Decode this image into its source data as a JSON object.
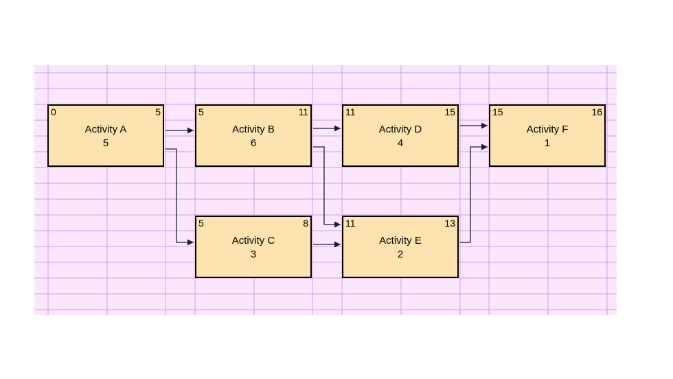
{
  "colors": {
    "grid_background": "#fce6fc",
    "grid_line": "#c4a3e6",
    "box_fill": "#fde3b0",
    "box_border": "#000000",
    "arrow": "#1a1a40"
  },
  "activities": [
    {
      "id": "A",
      "name": "Activity A",
      "duration": "5",
      "early_start": "0",
      "early_finish": "5"
    },
    {
      "id": "B",
      "name": "Activity B",
      "duration": "6",
      "early_start": "5",
      "early_finish": "11"
    },
    {
      "id": "C",
      "name": "Activity C",
      "duration": "3",
      "early_start": "5",
      "early_finish": "8"
    },
    {
      "id": "D",
      "name": "Activity D",
      "duration": "4",
      "early_start": "11",
      "early_finish": "15"
    },
    {
      "id": "E",
      "name": "Activity E",
      "duration": "2",
      "early_start": "11",
      "early_finish": "13"
    },
    {
      "id": "F",
      "name": "Activity F",
      "duration": "1",
      "early_start": "15",
      "early_finish": "16"
    }
  ],
  "dependencies": [
    {
      "from": "A",
      "to": "B"
    },
    {
      "from": "A",
      "to": "C"
    },
    {
      "from": "B",
      "to": "D"
    },
    {
      "from": "B",
      "to": "E"
    },
    {
      "from": "C",
      "to": "E"
    },
    {
      "from": "D",
      "to": "F"
    },
    {
      "from": "E",
      "to": "F"
    }
  ]
}
